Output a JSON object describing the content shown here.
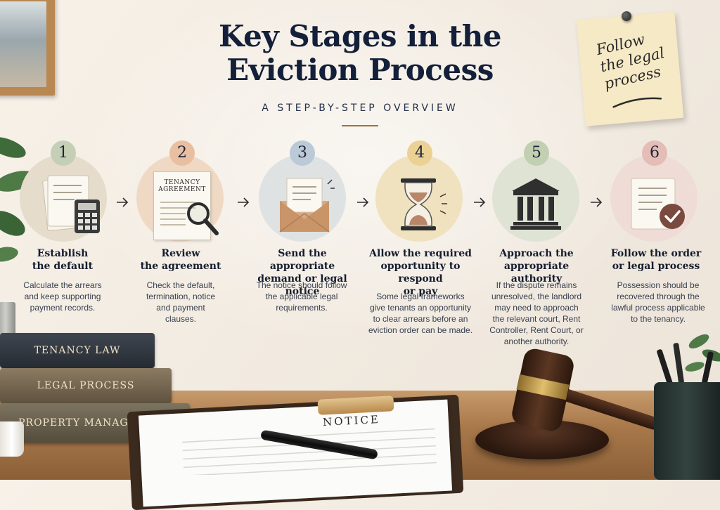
{
  "title": "Key Stages in the Eviction Process",
  "subtitle": "A STEP-BY-STEP OVERVIEW",
  "sticky_note": "Follow the legal process",
  "steps": [
    {
      "number": "1",
      "title_line1": "Establish",
      "title_line2": "the default",
      "title_line3": "",
      "desc_lines": [
        "Calculate the arrears",
        "and keep supporting",
        "payment records."
      ],
      "icon": "calculator-icon",
      "color": "#e6dccb",
      "badge": "#c5cfb6"
    },
    {
      "number": "2",
      "title_line1": "Review",
      "title_line2": "the agreement",
      "title_line3": "",
      "desc_lines": [
        "Check the default,",
        "termination, notice",
        "and payment",
        "clauses."
      ],
      "icon": "magnifier-icon",
      "color": "#efd9c4",
      "badge": "#e9bfa2",
      "doc_text_1": "TENANCY",
      "doc_text_2": "AGREEMENT"
    },
    {
      "number": "3",
      "title_line1": "Send the appropriate",
      "title_line2": "demand or legal notice",
      "title_line3": "",
      "desc_lines": [
        "The notice should follow",
        "the applicable legal",
        "requirements."
      ],
      "icon": "envelope-icon",
      "color": "#dfe2e3",
      "badge": "#bcc9d6"
    },
    {
      "number": "4",
      "title_line1": "Allow the required",
      "title_line2": "opportunity to respond",
      "title_line3": "or pay",
      "desc_lines": [
        "Some legal frameworks",
        "give tenants an opportunity",
        "to clear arrears before an",
        "eviction order can be made."
      ],
      "icon": "hourglass-icon",
      "color": "#f0e1bf",
      "badge": "#ecd194"
    },
    {
      "number": "5",
      "title_line1": "Approach the",
      "title_line2": "appropriate authority",
      "title_line3": "",
      "desc_lines": [
        "If the dispute remains",
        "unresolved, the landlord",
        "may need to approach",
        "the relevant court, Rent",
        "Controller, Rent Court, or",
        "another authority."
      ],
      "icon": "courthouse-icon",
      "color": "#dfe3d3",
      "badge": "#c2cfb1"
    },
    {
      "number": "6",
      "title_line1": "Follow the order",
      "title_line2": "or legal process",
      "title_line3": "",
      "desc_lines": [
        "Possession should be",
        "recovered through the",
        "lawful process applicable",
        "to the tenancy."
      ],
      "icon": "checkmark-document-icon",
      "color": "#efdcd6",
      "badge": "#e3bdb6"
    }
  ],
  "books": [
    "TENANCY LAW",
    "LEGAL PROCESS",
    "PROPERTY MANAGEMENT"
  ],
  "clipboard_text": "NOTICE"
}
